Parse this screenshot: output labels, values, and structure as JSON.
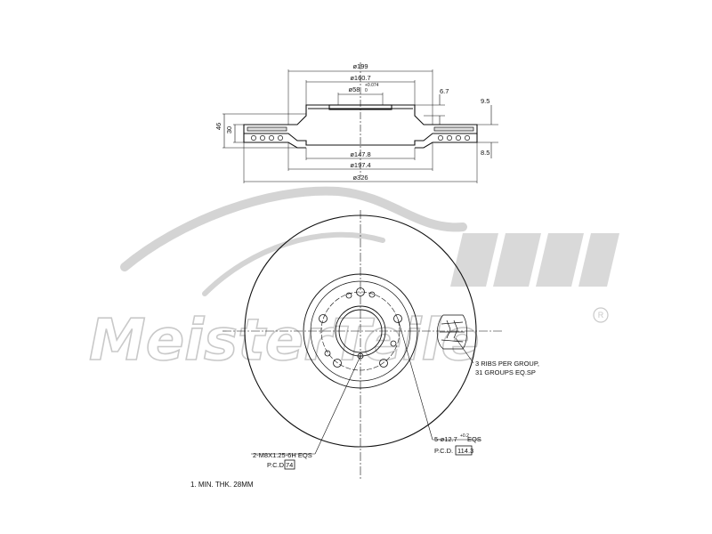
{
  "watermark": {
    "text": "MeisterTeile",
    "registered": "R"
  },
  "section_view": {
    "dim_top_outer": "ø199",
    "dim_top_mid": "ø160.7",
    "dim_center": "ø58",
    "dim_center_tol_upper": "+0.074",
    "dim_center_tol_lower": "0",
    "dim_hub_offset": "6.7",
    "dim_flange": "9.5",
    "dim_total_height": "46",
    "dim_hat_height": "30",
    "dim_disc_thickness": "8.5",
    "dim_inner_bottom": "ø147.8",
    "dim_mid_bottom": "ø197.4",
    "dim_outer": "ø326"
  },
  "front_view": {
    "ribs_line1": "3 RIBS PER GROUP,",
    "ribs_line2": "31 GROUPS EQ.SP",
    "holes_label": "5-ø12.7",
    "holes_tol": "+0.2",
    "holes_suffix": "EQS",
    "holes_pcd_label": "P.C.D.",
    "holes_pcd_value": "114.3",
    "thread_label": "2-M8X1.25-6H EQS",
    "thread_pcd_label": "P.C.D.",
    "thread_pcd_value": "74"
  },
  "notes": {
    "min_thickness": "1. MIN. THK. 28MM"
  },
  "colors": {
    "ink": "#111111",
    "watermark": "#c9c9c9"
  }
}
